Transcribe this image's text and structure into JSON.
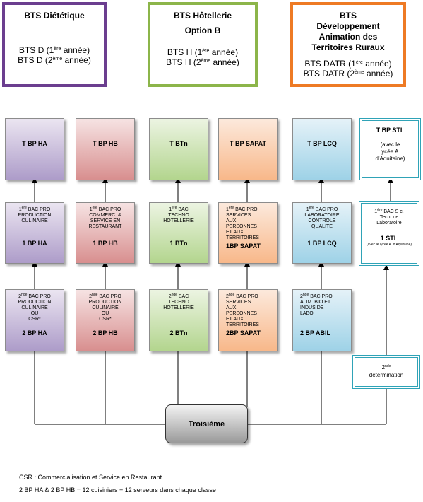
{
  "bts": [
    {
      "title_lines": [
        "BTS Diététique"
      ],
      "years": [
        "BTS D (1",
        "ère",
        " année)",
        "BTS D (2",
        "ème",
        " année)"
      ]
    },
    {
      "title_lines": [
        "BTS Hôtellerie",
        "Option B"
      ],
      "years": [
        "BTS H (1",
        "ère",
        " année)",
        "BTS H (2",
        "ème",
        " année)"
      ]
    },
    {
      "title_lines": [
        "BTS",
        "Développement",
        "Animation des",
        "Territoires Ruraux"
      ],
      "years": [
        "BTS DATR (1",
        "ère",
        " année)",
        "BTS DATR (2",
        "ème",
        " année)"
      ]
    }
  ],
  "terminal": [
    {
      "name": "T BP HA"
    },
    {
      "name": "T BP HB"
    },
    {
      "name": "T BTn"
    },
    {
      "name": "T BP SAPAT"
    },
    {
      "name": "T BP LCQ"
    },
    {
      "name": "T BP STL",
      "note_lines": [
        "(avec le",
        "lycée A.",
        "d'Aquitaine)"
      ]
    }
  ],
  "first": [
    {
      "lines": [
        "BAC PRO",
        "PRODUCTION",
        "CULINAIRE"
      ],
      "name": "1 BP HA"
    },
    {
      "lines": [
        "BAC PRO",
        "COMMERC. &",
        "SERVICE EN",
        "RESTAURANT"
      ],
      "name": "1 BP HB"
    },
    {
      "lines": [
        "BAC",
        "TECHNO",
        "HOTELLERIE"
      ],
      "name": "1 BTn"
    },
    {
      "lines": [
        "BAC PRO",
        "SERVICES",
        "AUX",
        "PERSONNES",
        "ET AUX",
        "TERRITOIRES"
      ],
      "name": "1BP SAPAT"
    },
    {
      "lines": [
        "BAC PRO",
        "LABORATOIRE",
        "CONTROLE",
        "QUALITE"
      ],
      "name": "1 BP LCQ"
    },
    {
      "lines": [
        "BAC S c.",
        "Tech. de",
        "Laboratoire"
      ],
      "name": "1 STL",
      "note": "(avec le lycée A. d'Aquitaine)"
    }
  ],
  "first_prefix": "1",
  "first_sup": "ère",
  "second": [
    {
      "lines": [
        "BAC PRO",
        "PRODUCTION",
        "CULINAIRE",
        "OU",
        "CSR*"
      ],
      "name": "2 BP HA"
    },
    {
      "lines": [
        "BAC PRO",
        "PRODUCTION",
        "CULINAIRE",
        "OU",
        "CSR*"
      ],
      "name": "2 BP HB"
    },
    {
      "lines": [
        "BAC",
        "TECHNO",
        "HOTELLERIE"
      ],
      "name": "2 BTn"
    },
    {
      "lines": [
        "BAC PRO",
        "SERVICES",
        "AUX",
        "PERSONNES",
        "ET AUX",
        "TERRITOIRES"
      ],
      "name": "2BP SAPAT"
    },
    {
      "lines": [
        "BAC PRO",
        "ALIM. BIO ET",
        "INDUS DE",
        "LABO"
      ],
      "name": "2 BP ABIL"
    }
  ],
  "second_prefix": "2",
  "second_sup": "nde",
  "determination": {
    "prefix": "2",
    "sup": "nde",
    "line2": "détermination"
  },
  "troisieme": "Troisième",
  "notes": [
    "CSR : Commercialisation et Service en Restaurant",
    "2 BP HA & 2 BP HB = 12 cuisiniers + 12 serveurs dans chaque classe"
  ]
}
